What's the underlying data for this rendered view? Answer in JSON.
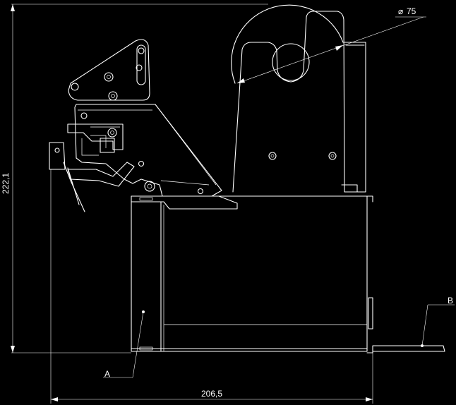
{
  "drawing": {
    "dimensions": {
      "height": "222,1",
      "width": "206,5",
      "diameter": "75",
      "diameter_symbol": "⌀"
    },
    "callouts": {
      "a": "A",
      "b": "B"
    }
  }
}
